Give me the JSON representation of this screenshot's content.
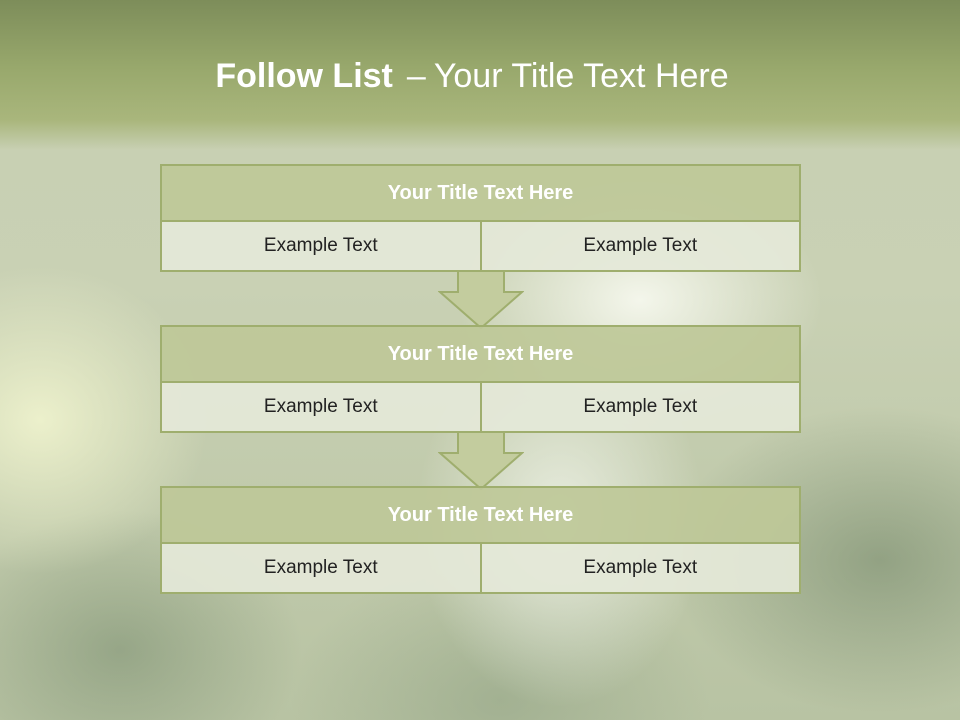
{
  "slide": {
    "title_bold": "Follow List",
    "title_dash": "–",
    "title_rest": "Your Title Text Here"
  },
  "blocks": [
    {
      "title": "Your Title Text Here",
      "cells": [
        "Example Text",
        "Example Text"
      ]
    },
    {
      "title": "Your Title Text Here",
      "cells": [
        "Example Text",
        "Example Text"
      ]
    },
    {
      "title": "Your Title Text Here",
      "cells": [
        "Example Text",
        "Example Text"
      ]
    }
  ],
  "colors": {
    "header": "#98a86c",
    "border": "#9fae6e",
    "title_fill": "#bec898",
    "cell_fill": "#e4e8d8",
    "arrow_fill": "#c3cc9e"
  },
  "icons": {
    "arrow": "down-arrow-icon"
  }
}
